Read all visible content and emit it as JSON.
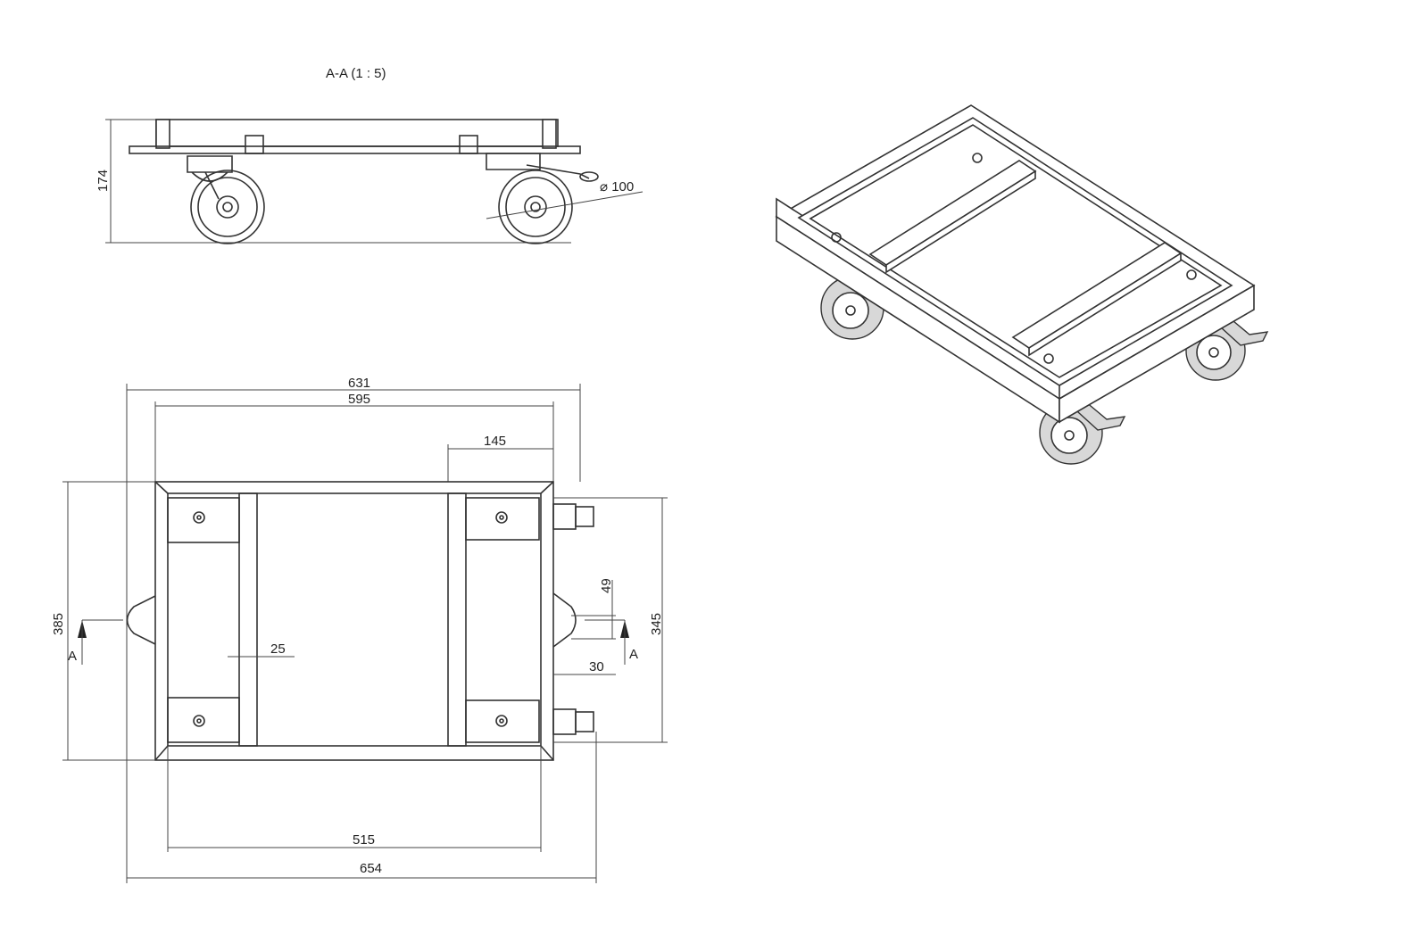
{
  "section_title": "A-A (1 : 5)",
  "side_view": {
    "height_dim": "174",
    "wheel_dim": "⌀ 100"
  },
  "top_view": {
    "overall_width_top": "631",
    "inner_width_top": "595",
    "crossbar_offset": "145",
    "overall_depth": "385",
    "inner_depth": "345",
    "handle_height": "49",
    "handle_depth": "30",
    "bar_width": "25",
    "inner_width_bottom": "515",
    "overall_width_bottom": "654",
    "section_marker_left": "A",
    "section_marker_right": "A"
  }
}
